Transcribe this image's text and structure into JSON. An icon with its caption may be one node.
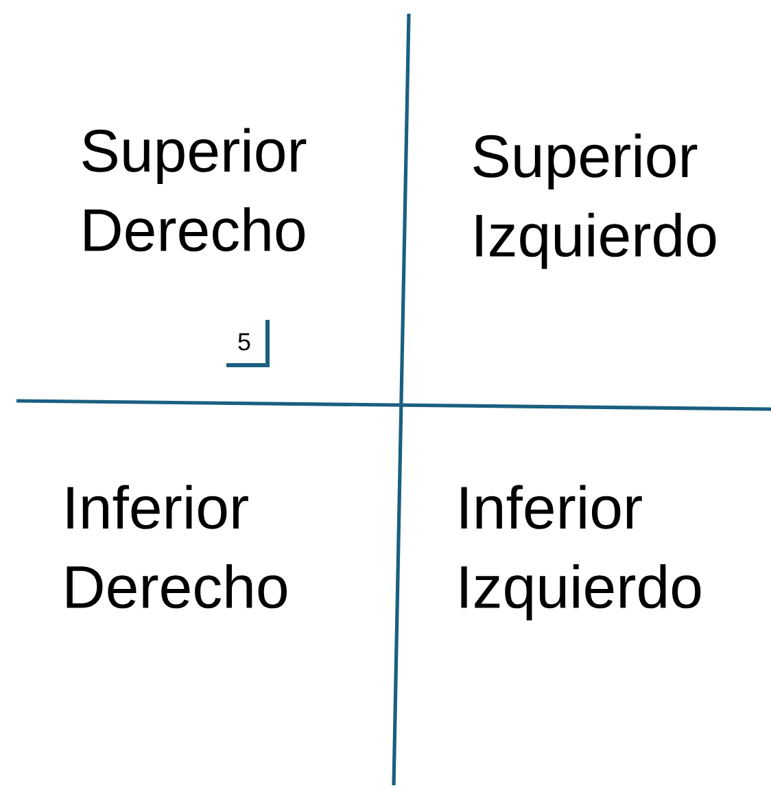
{
  "diagram": {
    "labels": [
      "Superior Derecho",
      "Superior Izquierdo",
      "5",
      "Inferior Derecho",
      "Inferior Izquierdo"
    ]
  }
}
